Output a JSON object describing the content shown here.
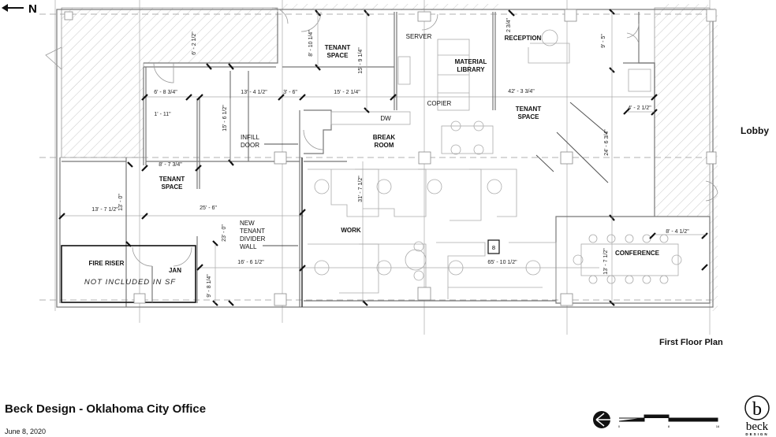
{
  "north_label": "N",
  "rooms": {
    "tenant_space_top": [
      "TENANT",
      "SPACE"
    ],
    "server": "SERVER",
    "material_library": [
      "MATERIAL",
      "LIBRARY"
    ],
    "reception": "RECEPTION",
    "tenant_space_right": [
      "TENANT",
      "SPACE"
    ],
    "copier": "COPIER",
    "dw": "DW",
    "break_room": [
      "BREAK",
      "ROOM"
    ],
    "tenant_space_left": [
      "TENANT",
      "SPACE"
    ],
    "work": "WORK",
    "fire_riser": "FIRE RISER",
    "jan": "JAN",
    "conference": "CONFERENCE"
  },
  "notes": {
    "infill_door": [
      "INFILL",
      "DOOR"
    ],
    "divider_wall": [
      "NEW",
      "TENANT",
      "DIVIDER",
      "WALL"
    ],
    "not_included": "NOT INCLUDED IN SF",
    "tag_8": "8"
  },
  "dimensions": {
    "d1": "6' - 2 1/2\"",
    "d2": "8' - 10 1/4\"",
    "d3": "15' - 9 1/4\"",
    "d4": "6' - 8 3/4\"",
    "d5": "13' - 4 1/2\"",
    "d6": "3' - 6\"",
    "d7": "15' - 2 1/4\"",
    "d8": "2 3/4\"",
    "d9": "42' - 3 3/4\"",
    "d10": "9' - 5\"",
    "d11": "4' - 2 1/2\"",
    "d12": "1' - 11\"",
    "d13": "15' - 6 1/2\"",
    "d14": "24' - 6 3/4\"",
    "d15": "8' - 7 3/4\"",
    "d16": "31' - 7 1/2\"",
    "d17": "13' - 7 1/2\"",
    "d18": "13' - 0\"",
    "d19": "25' - 6\"",
    "d20": "23' - 0\"",
    "d21": "16' - 6 1/2\"",
    "d22": "9' - 8 1/4\"",
    "d23": "65' - 10 1/2\"",
    "d24": "13' - 7 1/2\"",
    "d25": "8' - 4 1/2\""
  },
  "lobby_label": "Lobby",
  "plan_title": "First Floor Plan",
  "footer": {
    "title": "Beck Design - Oklahoma City Office",
    "date": "June 8, 2020",
    "scale_labels": [
      "0",
      "8",
      "16"
    ],
    "logo_letter": "b",
    "logo_word": "beck",
    "logo_sub": "DESIGN"
  }
}
